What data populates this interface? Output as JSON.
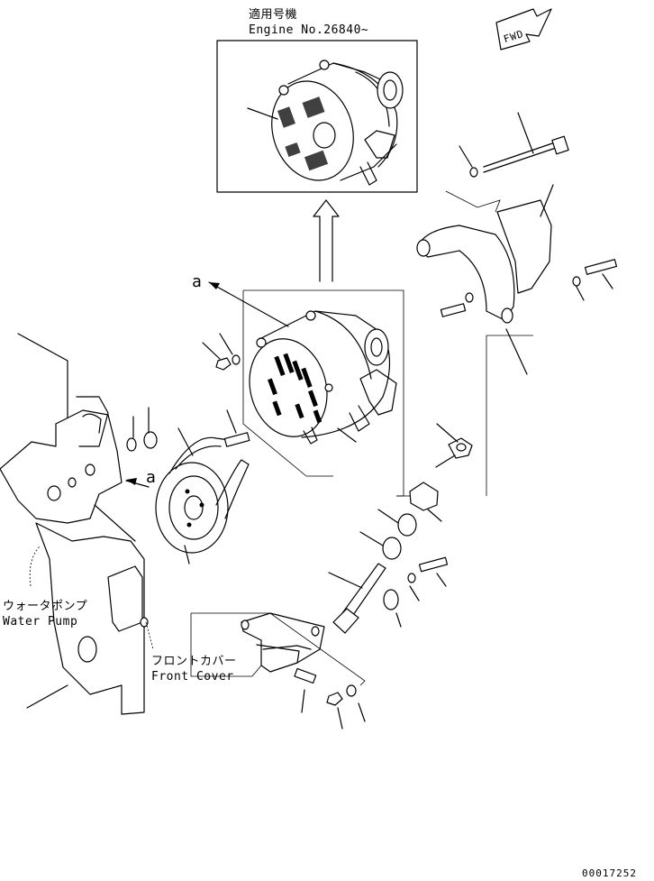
{
  "inset": {
    "applies_label": "適用号機",
    "engine_label": "Engine No.26840~"
  },
  "fwd_label": "FWD",
  "ref_marker_top": "a",
  "ref_marker_bottom": "a",
  "water_pump": {
    "label_jp": "ウォータポンプ",
    "label_en": "Water Pump"
  },
  "front_cover": {
    "label_jp": "フロントカバー",
    "label_en": "Front Cover"
  },
  "drawing_number": "00017252"
}
